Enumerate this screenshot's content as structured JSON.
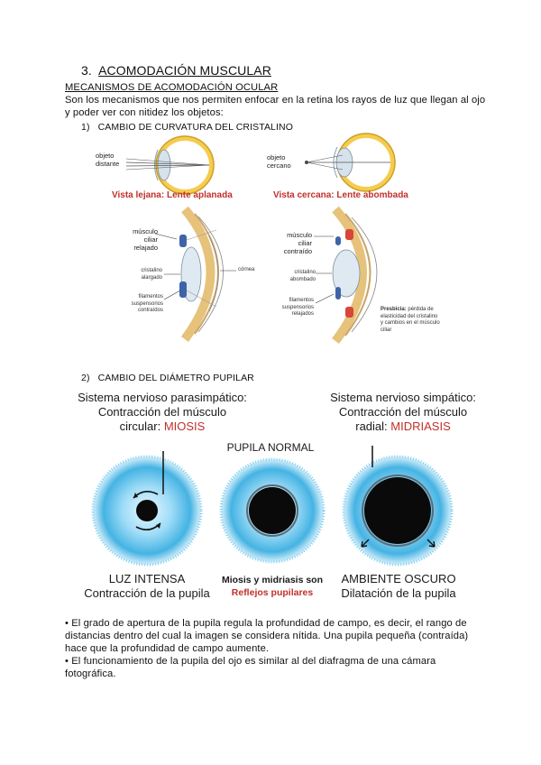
{
  "section": {
    "number": "3.",
    "title": "ACOMODACIÓN MUSCULAR"
  },
  "subheading": "MECANISMOS DE ACOMODACIÓN OCULAR",
  "intro": {
    "line1": "Son los mecanismos que nos permiten enfocar en la retina los rayos de luz que llegan al ojo",
    "line2": "y poder ver con nitidez los objetos:"
  },
  "item1": {
    "number": "1)",
    "title": "CAMBIO DE CURVATURA DEL CRISTALINO"
  },
  "lens_figure": {
    "far_label_1": "objeto",
    "far_label_2": "distante",
    "near_label_1": "objeto",
    "near_label_2": "cercano",
    "far_caption": "Vista lejana: Lente aplanada",
    "near_caption": "Vista cercana: Lente abombada",
    "left_muscle_1": "músculo",
    "left_muscle_2": "ciliar",
    "left_muscle_3": "relajado",
    "left_lens_1": "cristalino",
    "left_lens_2": "alargado",
    "left_fil_1": "filamentos",
    "left_fil_2": "suspensorios",
    "left_fil_3": "contraídos",
    "cornea": "córnea",
    "right_muscle_1": "músculo",
    "right_muscle_2": "ciliar",
    "right_muscle_3": "contraído",
    "right_lens_1": "cristalino",
    "right_lens_2": "abombado",
    "right_fil_1": "filamentos",
    "right_fil_2": "suspensorios",
    "right_fil_3": "relajados",
    "presbicia_bold": "Presbicia:",
    "presbicia_1": "pérdida de",
    "presbicia_2": "elasticidad del cristalino",
    "presbicia_3": "y cambios en el músculo",
    "presbicia_4": "ciliar"
  },
  "item2": {
    "number": "2)",
    "title": "CAMBIO DEL DIÁMETRO PUPILAR"
  },
  "pupil_figure": {
    "left_1": "Sistema nervioso parasimpático:",
    "left_2": "Contracción del músculo",
    "left_3_prefix": "circular:",
    "left_3_red": "MIOSIS",
    "center_title": "PUPILA NORMAL",
    "right_1": "Sistema nervioso simpático:",
    "right_2": "Contracción del músculo",
    "right_3_prefix": "radial:",
    "right_3_red": "MIDRIASIS",
    "left_bottom_1": "LUZ INTENSA",
    "left_bottom_2": "Contracción de la pupila",
    "center_bottom_1": "Miosis y midriasis son",
    "center_bottom_2": "Reflejos pupilares",
    "right_bottom_1": "AMBIENTE OSCURO",
    "right_bottom_2": "Dilatación de la pupila"
  },
  "notes": {
    "b1_l1": "• El grado de apertura de la pupila regula la profundidad de campo, es decir, el rango de",
    "b1_l2": "distancias dentro del cual la imagen se considera nítida. Una pupila pequeña (contraída)",
    "b1_l3": "hace que la profundidad de campo aumente.",
    "b2_l1": "• El funcionamiento de la pupila del ojo es similar al del diafragma de una cámara",
    "b2_l2": "fotográfica."
  },
  "colors": {
    "accent_red": "#c0302a",
    "iris_blue": "#49b8e6",
    "sclera_yellow": "#f2c74a"
  }
}
